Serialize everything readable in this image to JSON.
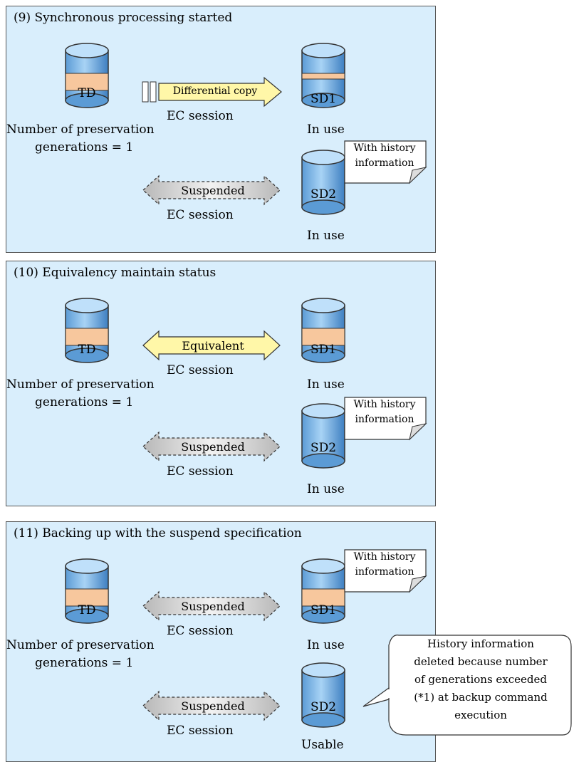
{
  "panels": [
    {
      "title": "(9) Synchronous processing started",
      "td": "TD",
      "sd1": "SD1",
      "sd2": "SD2",
      "arrow1": "Differential copy",
      "arrow1_session": "EC session",
      "arrow2": "Suspended",
      "arrow2_session": "EC session",
      "preservation_line1": "Number of preservation",
      "preservation_line2": "generations = 1",
      "sd1_status": "In use",
      "sd2_status": "In use",
      "history_note_line1": "With history",
      "history_note_line2": "information"
    },
    {
      "title": "(10) Equivalency maintain status",
      "td": "TD",
      "sd1": "SD1",
      "sd2": "SD2",
      "arrow1": "Equivalent",
      "arrow1_session": "EC session",
      "arrow2": "Suspended",
      "arrow2_session": "EC session",
      "preservation_line1": "Number of preservation",
      "preservation_line2": "generations = 1",
      "sd1_status": "In use",
      "sd2_status": "In use",
      "history_note_line1": "With history",
      "history_note_line2": "information"
    },
    {
      "title": "(11) Backing up with the suspend specification",
      "td": "TD",
      "sd1": "SD1",
      "sd2": "SD2",
      "arrow1": "Suspended",
      "arrow1_session": "EC session",
      "arrow2": "Suspended",
      "arrow2_session": "EC session",
      "preservation_line1": "Number of preservation",
      "preservation_line2": "generations = 1",
      "sd1_status": "In use",
      "sd2_status": "Usable",
      "history_note_line1": "With history",
      "history_note_line2": "information"
    }
  ],
  "callout": {
    "line1": "History information",
    "line2": "deleted because number",
    "line3": "of generations exceeded",
    "line4": "(*1) at backup command",
    "line5": "execution"
  }
}
